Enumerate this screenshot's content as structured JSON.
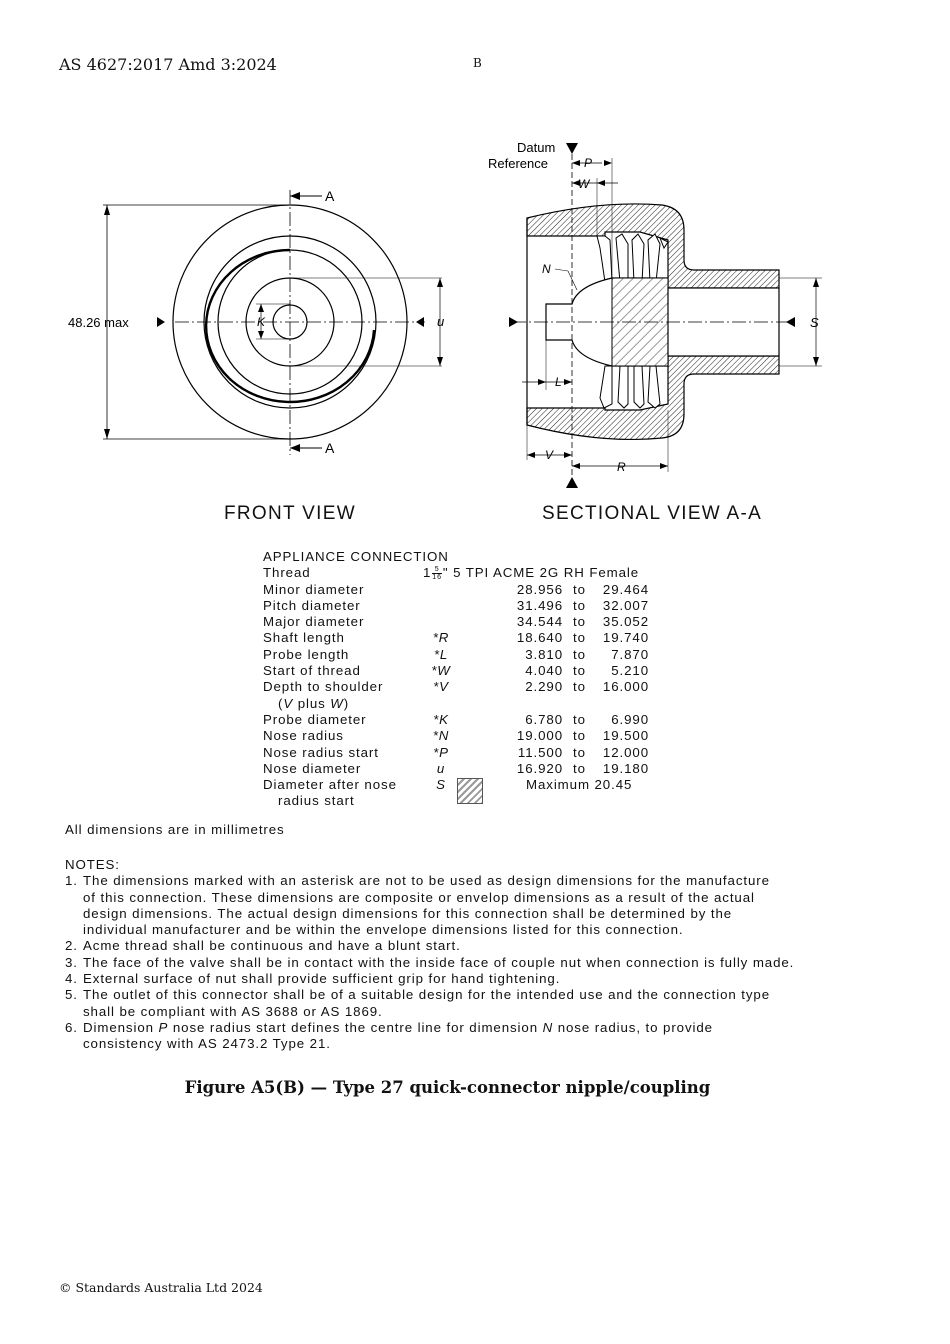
{
  "header": {
    "standard_ref": "AS 4627:2017 Amd 3:2024",
    "edition_mark": "B"
  },
  "drawing": {
    "front_view": {
      "section_marker": "A",
      "overall_dim": "48.26 max",
      "dim_K": "K",
      "dim_u": "u"
    },
    "sectional_view": {
      "datum_line1": "Datum",
      "datum_line2": "Reference",
      "dim_P": "P",
      "dim_W": "W",
      "dim_N": "N",
      "dim_L": "L",
      "dim_S": "S",
      "dim_V": "V",
      "dim_R": "R"
    },
    "front_view_label": "FRONT VIEW",
    "sectional_view_label": "SECTIONAL VIEW A-A"
  },
  "table": {
    "heading": "APPLIANCE CONNECTION",
    "thread": {
      "name": "Thread",
      "whole": "1",
      "frac_num": "5",
      "frac_den": "16",
      "spec": "\" 5 TPI ACME 2G RH Female"
    },
    "to": "to",
    "rows": [
      {
        "name": "Minor diameter",
        "sym": "",
        "min": "28.956",
        "max": "29.464"
      },
      {
        "name": "Pitch diameter",
        "sym": "",
        "min": "31.496",
        "max": "32.007"
      },
      {
        "name": "Major diameter",
        "sym": "",
        "min": "34.544",
        "max": "35.052"
      },
      {
        "name": "Shaft length",
        "sym": "*R",
        "min": "18.640",
        "max": "19.740"
      },
      {
        "name": "Probe length",
        "sym": "*L",
        "min": "3.810",
        "max": "7.870"
      },
      {
        "name": "Start of thread",
        "sym": "*W",
        "min": "4.040",
        "max": "5.210"
      },
      {
        "name": "Depth to shoulder",
        "sym": "*V",
        "min": "2.290",
        "max": "16.000"
      }
    ],
    "depth_sub": {
      "open": "(",
      "v": "V",
      "mid": " plus ",
      "w": "W",
      "close": ")"
    },
    "rows2": [
      {
        "name": "Probe diameter",
        "sym": "*K",
        "min": "6.780",
        "max": "6.990"
      },
      {
        "name": "Nose radius",
        "sym": "*N",
        "min": "19.000",
        "max": "19.500"
      },
      {
        "name": "Nose radius start",
        "sym": "*P",
        "min": "11.500",
        "max": "12.000"
      },
      {
        "name": "Nose diameter",
        "sym": "u",
        "min": "16.920",
        "max": "19.180"
      }
    ],
    "last": {
      "name_line1": "Diameter after nose",
      "name_line2": "radius start",
      "sym": "S",
      "value": "Maximum 20.45"
    }
  },
  "units_note": "All dimensions are in millimetres",
  "notes_heading": "NOTES:",
  "notes": {
    "n1": {
      "num": "1.",
      "l1": "The dimensions marked with an asterisk are not to be used as design dimensions for the manufacture",
      "l2": "of this connection. These dimensions are composite or envelop dimensions as a result of the actual",
      "l3": "design dimensions. The actual design dimensions for this connection shall be determined by the",
      "l4": "individual manufacturer and be within the envelope dimensions listed for this connection."
    },
    "n2": {
      "num": "2.",
      "l1": "Acme thread shall be continuous and have a blunt start."
    },
    "n3": {
      "num": "3.",
      "l1": "The face of the valve shall be in contact with the inside face of couple nut when connection is fully made."
    },
    "n4": {
      "num": "4.",
      "l1": "External surface of nut shall provide sufficient grip for hand tightening."
    },
    "n5": {
      "num": "5.",
      "l1": "The outlet of this connector shall be of a suitable design for the intended use and the connection type",
      "l2": "shall be compliant with AS 3688 or AS 1869."
    },
    "n6": {
      "num": "6.",
      "a": "Dimension ",
      "p": "P",
      "b": " nose radius start defines the centre line for dimension ",
      "n": "N",
      "c": " nose radius, to provide",
      "l2": "consistency with AS 2473.2 Type 21."
    }
  },
  "figure_caption": "Figure A5(B) — Type 27 quick-connector nipple/coupling",
  "footer": {
    "copyright": "© Standards Australia Ltd 2024"
  }
}
